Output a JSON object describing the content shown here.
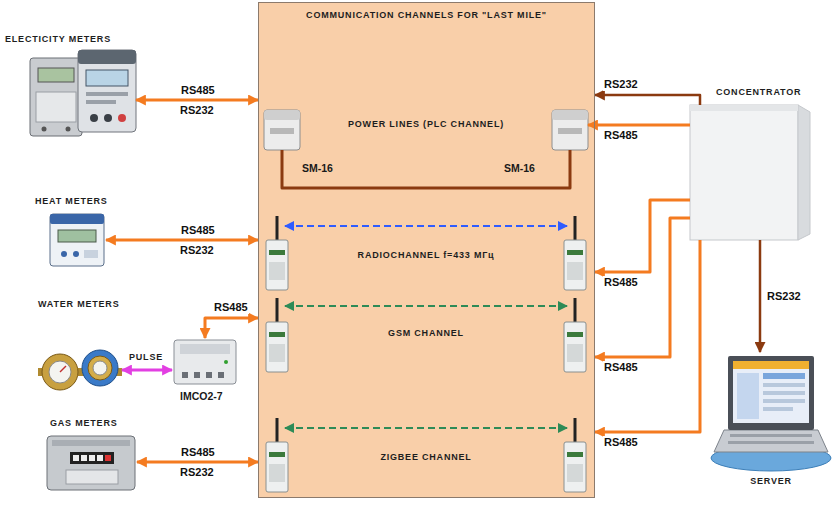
{
  "diagram": {
    "nodes": [
      {
        "text": [
          "ELECTICITY METERS"
        ]
      },
      {
        "text": [
          "HEAT METERS"
        ]
      },
      {
        "text": [
          "WATER METERS"
        ]
      },
      {
        "text": [
          "IMCO2-7"
        ]
      },
      {
        "text": [
          "GAS METERS"
        ]
      },
      {
        "text": [
          "COMMUNICATION CHANNELS FOR \"LAST MILE\""
        ]
      },
      {
        "text": [
          "SM-16"
        ],
        "in": 5
      },
      {
        "text": [
          "SM-16"
        ],
        "in": 5
      },
      {
        "text": [
          "CONCENTRATOR"
        ]
      },
      {
        "text": [
          "SERVER"
        ]
      }
    ],
    "edges": [
      {
        "from": 0,
        "to": 5,
        "arrow": "both",
        "label": "RS485"
      },
      {
        "from": 1,
        "to": 5,
        "arrow": "both",
        "label": "RS485"
      },
      {
        "from": 2,
        "to": 3,
        "arrow": "both",
        "label": "PULSE"
      },
      {
        "from": 3,
        "to": 5,
        "arrow": "both",
        "label": "RS485"
      },
      {
        "from": 4,
        "to": 5,
        "arrow": "both",
        "label": "RS485"
      },
      {
        "from": 6,
        "to": 7,
        "arrow": "none"
      },
      {
        "from": 8,
        "to": 5,
        "arrow": "to",
        "label": "RS232"
      },
      {
        "from": 8,
        "to": 7,
        "arrow": "to",
        "label": "RS485"
      },
      {
        "from": 8,
        "to": 5,
        "arrow": "to",
        "label": "RS485"
      },
      {
        "from": 8,
        "to": 5,
        "arrow": "to",
        "label": "RS485"
      },
      {
        "from": 8,
        "to": 5,
        "arrow": "to",
        "label": "RS485"
      },
      {
        "from": 8,
        "to": 9,
        "arrow": "to",
        "label": "RS232"
      }
    ],
    "labels": [
      "RS232",
      "RS232",
      "RS232",
      "POWER LINES (PLC CHANNEL)",
      "RADIOCHANNEL f=433 МГц",
      "GSM CHANNEL",
      "ZIGBEE CHANNEL"
    ]
  }
}
